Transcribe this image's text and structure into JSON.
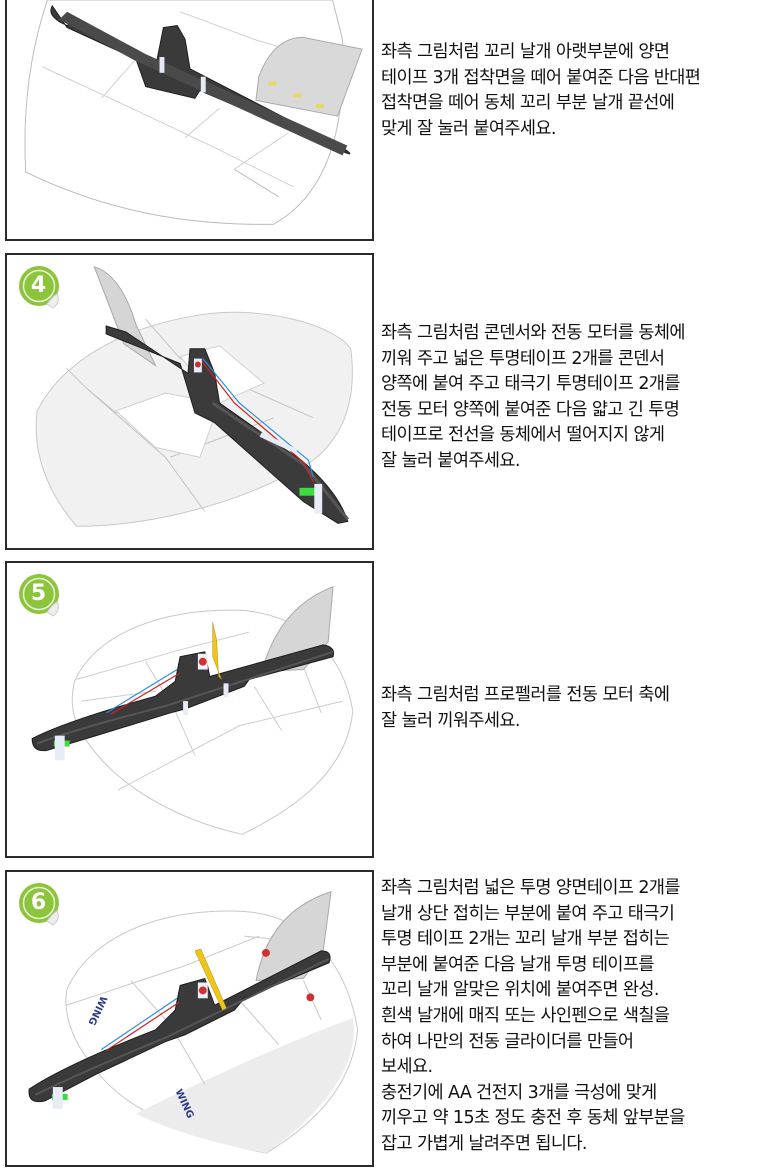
{
  "colors": {
    "badge_green": "#8cc43c",
    "fuselage": "#3a3a3a",
    "wing": "#f2f2f2",
    "tail": "#d8d8d8",
    "propeller": "#f0c419",
    "battery": "#3ddc3d",
    "wire_red": "#d02020",
    "wire_blue": "#2a8ee0",
    "label_blue": "#2c3a8a"
  },
  "steps": [
    {
      "badge": "",
      "image_alt": "tail wing with double-sided tape being attached to fuselage tail",
      "description": "좌측 그림처럼 꼬리 날개 아랫부분에 양면\n테이프 3개 접착면을 떼어 붙여준 다음 반대편\n접착면을 떼어 동체 꼬리 부분 날개 끝선에\n맞게 잘 눌러 붙여주세요."
    },
    {
      "badge": "4",
      "image_alt": "capacitor and motor attached to fuselage with wires",
      "description": "좌측 그림처럼 콘덴서와 전동 모터를 동체에\n끼워 주고 넓은 투명테이프 2개를 콘덴서\n양쪽에 붙여 주고 태극기 투명테이프 2개를\n전동 모터 양쪽에 붙여준 다음 얇고 긴 투명\n테이프로 전선을 동체에서 떨어지지 않게\n잘 눌러 붙여주세요."
    },
    {
      "badge": "5",
      "image_alt": "propeller mounted on motor shaft",
      "description": "좌측 그림처럼 프로펠러를 전동 모터 축에\n잘 눌러 끼워주세요."
    },
    {
      "badge": "6",
      "image_alt": "completed electric glider with WING labels",
      "wing_label": "WING",
      "description": "좌측 그림처럼 넓은 투명 양면테이프 2개를\n날개 상단 접히는 부분에 붙여 주고 태극기\n투명 테이프 2개는 꼬리 날개 부분 접히는\n부분에 붙여준 다음 날개 투명 테이프를\n꼬리 날개 알맞은 위치에 붙여주면 완성.\n흰색 날개에 매직 또는 사인펜으로 색칠을\n하여 나만의 전동 글라이더를 만들어\n보세요.\n충전기에 AA 건전지 3개를 극성에 맞게\n끼우고 약 15초 정도 충전 후 동체 앞부분을\n잡고 가볍게 날려주면 됩니다."
    }
  ]
}
